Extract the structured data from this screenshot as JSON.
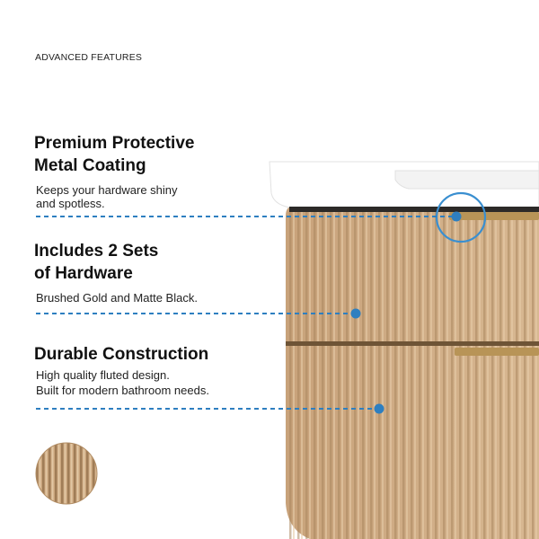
{
  "header": {
    "label": "ADVANCED FEATURES"
  },
  "features": [
    {
      "title_line1": "Premium Protective",
      "title_line2": "Metal Coating",
      "desc_line1": "Keeps your hardware shiny",
      "desc_line2": "and spotless."
    },
    {
      "title_line1": "Includes 2 Sets",
      "title_line2": "of Hardware",
      "desc_line1": "Brushed Gold and Matte Black."
    },
    {
      "title_line1": "Durable Construction",
      "desc_line1": "High quality fluted design.",
      "desc_line2": "Built for modern bathroom needs."
    }
  ],
  "colors": {
    "accent": "#2e86c1",
    "wood": "#d2b48c",
    "wood_dark": "#a9875f",
    "countertop": "#ffffff",
    "handle": "#b8945a"
  }
}
